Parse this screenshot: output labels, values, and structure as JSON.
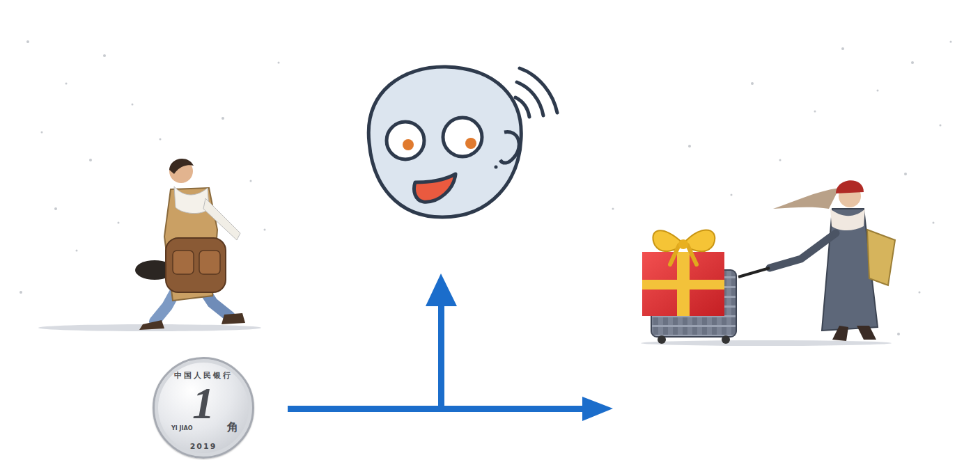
{
  "diagram": {
    "nodes": [
      {
        "text": [
          "中国人民银行",
          "YI JIAO",
          "1",
          "角",
          "2019"
        ]
      }
    ]
  }
}
